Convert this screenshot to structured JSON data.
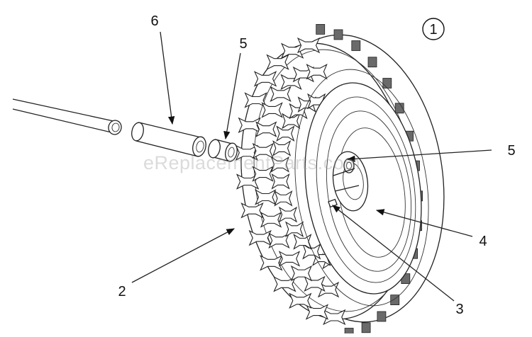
{
  "diagram": {
    "assembly_number": "1",
    "watermark": "eReplacementParts.com",
    "callouts": [
      {
        "id": "6",
        "label": "6"
      },
      {
        "id": "5a",
        "label": "5"
      },
      {
        "id": "5b",
        "label": "5"
      },
      {
        "id": "4",
        "label": "4"
      },
      {
        "id": "3",
        "label": "3"
      },
      {
        "id": "2",
        "label": "2"
      }
    ]
  }
}
